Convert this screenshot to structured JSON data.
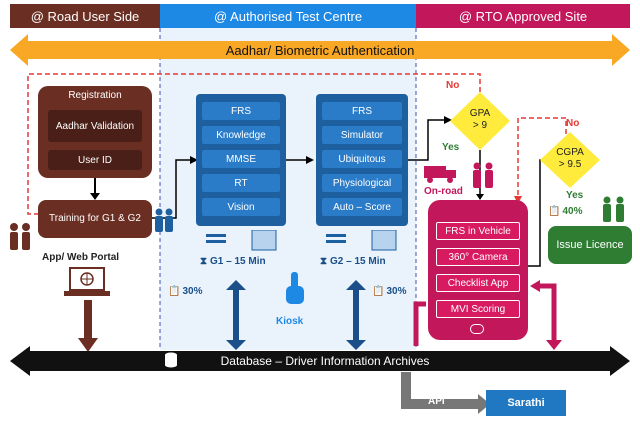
{
  "headers": {
    "left": "@ Road User Side",
    "middle": "@ Authorised Test Centre",
    "right": "@ RTO Approved Site"
  },
  "band": "Aadhar/ Biometric Authentication",
  "registration": {
    "title": "Registration",
    "items": [
      "Aadhar Validation",
      "User ID"
    ]
  },
  "training": "Training for G1 & G2",
  "portal": "App/ Web Portal",
  "g1": {
    "items": [
      "FRS",
      "Knowledge",
      "MMSE",
      "RT",
      "Vision"
    ],
    "time": "G1 – 15 Min",
    "pct": "30%"
  },
  "g2": {
    "items": [
      "FRS",
      "Simulator",
      "Ubiquitous",
      "Physiological",
      "Auto – Score"
    ],
    "time": "G2 – 15 Min",
    "pct": "30%"
  },
  "kiosk": "Kiosk",
  "gpa": {
    "line1": "GPA",
    "line2": "> 9",
    "yes": "Yes",
    "no": "No"
  },
  "onroad": "On-road",
  "phone": {
    "items": [
      "FRS in Vehicle",
      "360° Camera",
      "Checklist App",
      "MVI Scoring"
    ]
  },
  "cgpa": {
    "line1": "CGPA",
    "line2": "> 9.5",
    "yes": "Yes",
    "no": "No",
    "pct": "40%"
  },
  "licence": "Issue Licence",
  "database": "Database – Driver Information Archives",
  "api": "API",
  "sarathi": "Sarathi",
  "colors": {
    "road": "#6b2e22",
    "centre": "#1e88e5",
    "rto": "#c2185b",
    "band": "#f9a825",
    "diamond": "#ffeb3b",
    "licence": "#2e7d32"
  }
}
